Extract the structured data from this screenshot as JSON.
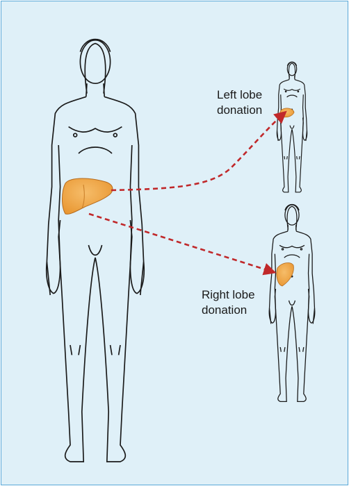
{
  "colors": {
    "background": "#dff0f8",
    "border": "#5aa8d8",
    "outline": "#1a1a1a",
    "liver_fill": "#e8952f",
    "liver_highlight": "#f6bd6a",
    "arrow": "#c0282a"
  },
  "labels": {
    "left_lobe": [
      "Left lobe",
      "donation"
    ],
    "right_lobe": [
      "Right lobe",
      "donation"
    ]
  }
}
